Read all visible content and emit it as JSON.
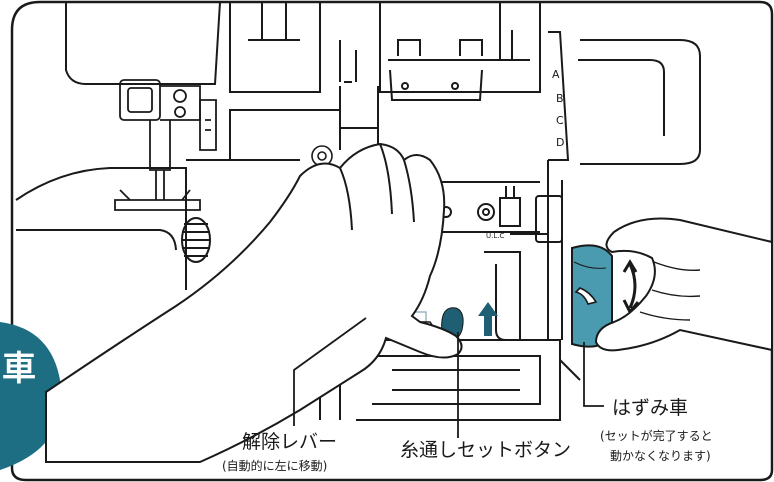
{
  "labels": {
    "handwheel": "はずみ車",
    "handwheel_note_1": "(セットが完了すると",
    "handwheel_note_2": "動かなくなります)",
    "release_lever": "解除レバー",
    "release_lever_note": "(自動的に左に移動)",
    "threader_button": "糸通しセットボタン",
    "side_badge_char": "車"
  },
  "dial_marks": [
    "A",
    "B",
    "C",
    "D"
  ],
  "machine_marks": {
    "ulc": "U.L.C"
  },
  "colors": {
    "outline": "#1a1a1a",
    "accent_teal": "#4a9bb0",
    "accent_dark_teal": "#1f5f73",
    "badge_teal": "#1d6e82",
    "release_arrow_gray": "#9bb5c2"
  }
}
